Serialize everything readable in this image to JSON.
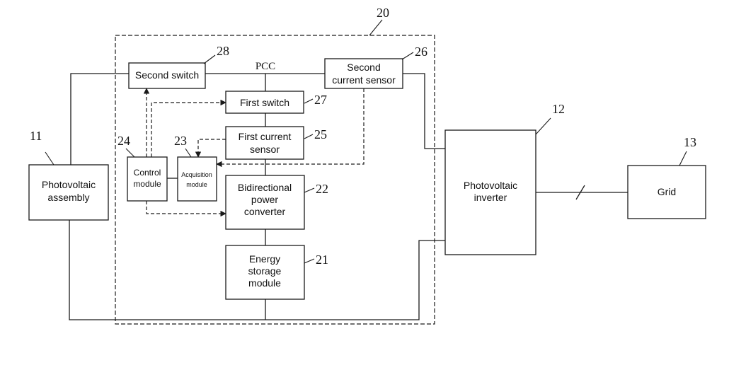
{
  "blocks": {
    "photovoltaic_assembly": [
      "Photovoltaic",
      "assembly"
    ],
    "second_switch": [
      "Second switch"
    ],
    "second_current_sensor": [
      "Second",
      "current sensor"
    ],
    "first_switch": [
      "First switch"
    ],
    "first_current_sensor": [
      "First current",
      "sensor"
    ],
    "control_module": [
      "Control",
      "module"
    ],
    "acquisition_module": [
      "Acquisition",
      "module"
    ],
    "bidirectional_power_converter": [
      "Bidirectional",
      "power",
      "converter"
    ],
    "energy_storage_module": [
      "Energy",
      "storage",
      "module"
    ],
    "photovoltaic_inverter": [
      "Photovoltaic",
      "inverter"
    ],
    "grid": [
      "Grid"
    ]
  },
  "node_label": "PCC",
  "reference_numerals": {
    "system": "20",
    "photovoltaic_assembly": "11",
    "photovoltaic_inverter": "12",
    "grid": "13",
    "energy_storage_module": "21",
    "bidirectional_power_converter": "22",
    "acquisition_module": "23",
    "control_module": "24",
    "first_current_sensor": "25",
    "second_current_sensor": "26",
    "first_switch": "27",
    "second_switch": "28"
  }
}
